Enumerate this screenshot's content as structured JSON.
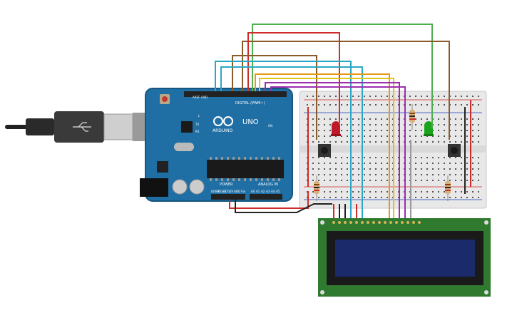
{
  "board": {
    "logo_text": "ARDUINO",
    "model": "UNO",
    "digital_label": "DIGITAL (PWM~)",
    "power_label": "POWER",
    "analog_label": "ANALOG IN",
    "on_label": "ON",
    "tx_label": "TX",
    "rx_label": "RX",
    "l_label": "L",
    "aref_label": "AREF",
    "gnd_label": "GND",
    "ioref_label": "IOREF",
    "reset_label": "RESET",
    "v33_label": "3.3V",
    "v5_label": "5V",
    "gnd2_label": "GND",
    "vin_label": "Vin",
    "a0_label": "A0",
    "a1_label": "A1",
    "a2_label": "A2",
    "a3_label": "A3",
    "a4_label": "A4",
    "a5_label": "A5"
  },
  "colors": {
    "board_blue": "#1f6fa5",
    "breadboard": "#e8e8e8",
    "lcd_pcb": "#2f7a2f",
    "lcd_screen": "#1a2a6a",
    "wire_red": "#d12a2a",
    "wire_green": "#4caf50",
    "wire_brown": "#8b5a2b",
    "wire_cyan": "#2aa7c4",
    "wire_orange": "#e69a13",
    "wire_yellow": "#e3c21a",
    "wire_purple": "#9b2fae",
    "wire_black": "#222222",
    "led_red": "#c0192a",
    "led_green": "#1aa31a"
  },
  "components": {
    "usb_cable": "usb-cable",
    "led_red": "red-led",
    "led_green": "green-led",
    "pushbuttons": 2,
    "resistors": 3,
    "lcd": "16x2 LCD"
  }
}
